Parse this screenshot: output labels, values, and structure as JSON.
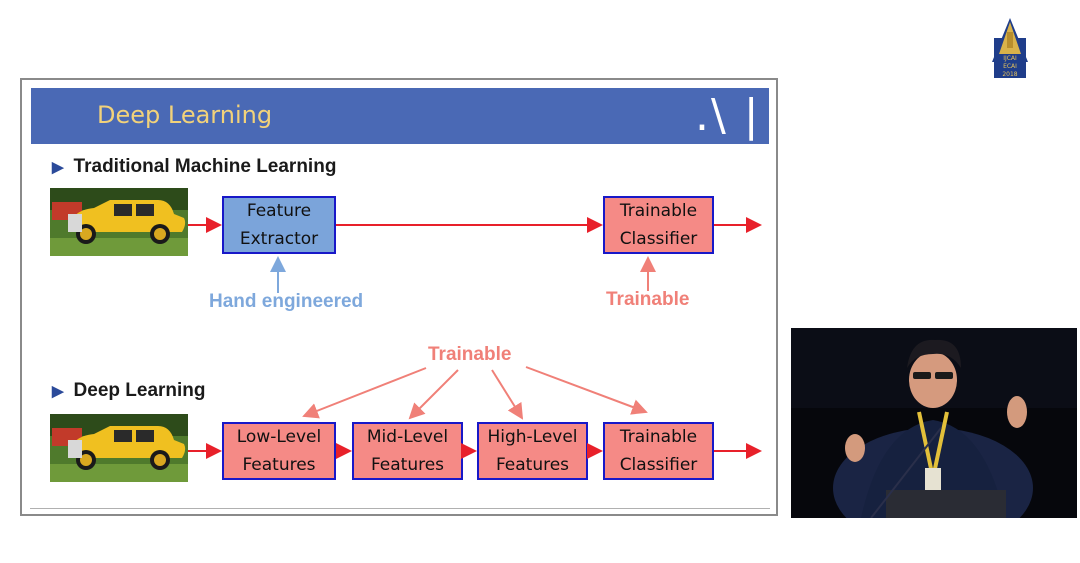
{
  "logo": {
    "text": "IJCAI ECAI 2018"
  },
  "slide": {
    "title": "Deep Learning",
    "title_mark": ".\\ |",
    "traditional": {
      "heading": "Traditional Machine Learning",
      "feature_extractor": "Feature\nExtractor",
      "classifier": "Trainable\nClassifier",
      "hand_label": "Hand engineered",
      "trainable_label": "Trainable"
    },
    "deep": {
      "heading": "Deep Learning",
      "trainable_label": "Trainable",
      "boxes": [
        "Low-Level\nFeatures",
        "Mid-Level\nFeatures",
        "High-Level\nFeatures",
        "Trainable\nClassifier"
      ]
    }
  },
  "colors": {
    "title_bar": "#4a69b5",
    "title_text": "#f2d27a",
    "blue_box": "#7ba4da",
    "red_box": "#f58a86",
    "box_border": "#1818c8",
    "arrow_red": "#e8202a",
    "hand_label": "#7ea8dc",
    "trainable_label": "#f08078"
  },
  "icons": [
    "bullet-triangle-icon",
    "car-image",
    "speaker-video"
  ]
}
